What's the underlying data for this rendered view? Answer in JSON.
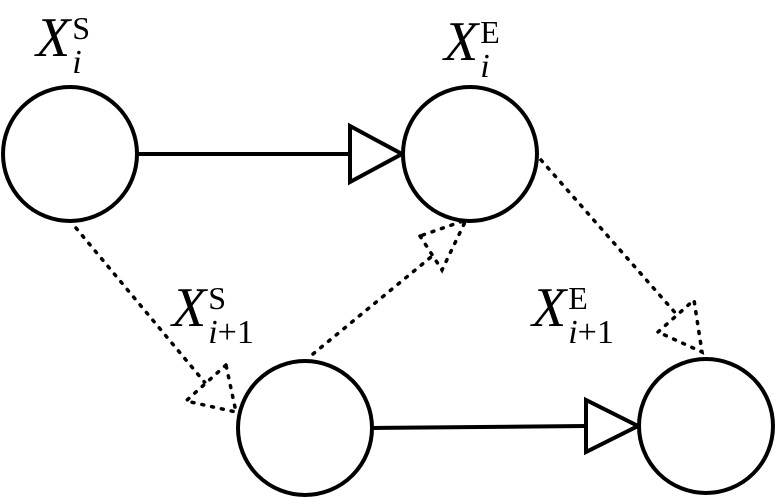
{
  "nodes": [
    {
      "id": "xs_i",
      "var": "X",
      "sup": "S",
      "sub": "i"
    },
    {
      "id": "xe_i",
      "var": "X",
      "sup": "E",
      "sub": "i"
    },
    {
      "id": "xs_i1",
      "var": "X",
      "sup": "S",
      "sub": "i+1"
    },
    {
      "id": "xe_i1",
      "var": "X",
      "sup": "E",
      "sub": "i+1"
    }
  ],
  "edges": [
    {
      "from": "xs_i",
      "to": "xe_i",
      "style": "solid"
    },
    {
      "from": "xs_i1",
      "to": "xe_i1",
      "style": "solid"
    },
    {
      "from": "xs_i",
      "to": "xs_i1",
      "style": "dotted"
    },
    {
      "from": "xs_i1",
      "to": "xe_i",
      "style": "dotted"
    },
    {
      "from": "xe_i",
      "to": "xe_i1",
      "style": "dotted"
    }
  ],
  "colors": {
    "stroke": "#000000",
    "fill": "#ffffff"
  }
}
